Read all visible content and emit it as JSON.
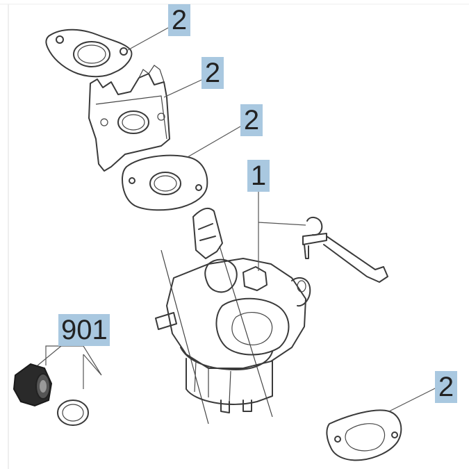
{
  "callouts": [
    {
      "id": "gasket-top",
      "label": "2"
    },
    {
      "id": "insulator",
      "label": "2"
    },
    {
      "id": "gasket-mid",
      "label": "2"
    },
    {
      "id": "carburetor",
      "label": "1"
    },
    {
      "id": "fitting-kit",
      "label": "901"
    },
    {
      "id": "gasket-bottom",
      "label": "2"
    }
  ],
  "colors": {
    "callout_bg": "#a9c8e0",
    "line": "#3a3a3a"
  }
}
